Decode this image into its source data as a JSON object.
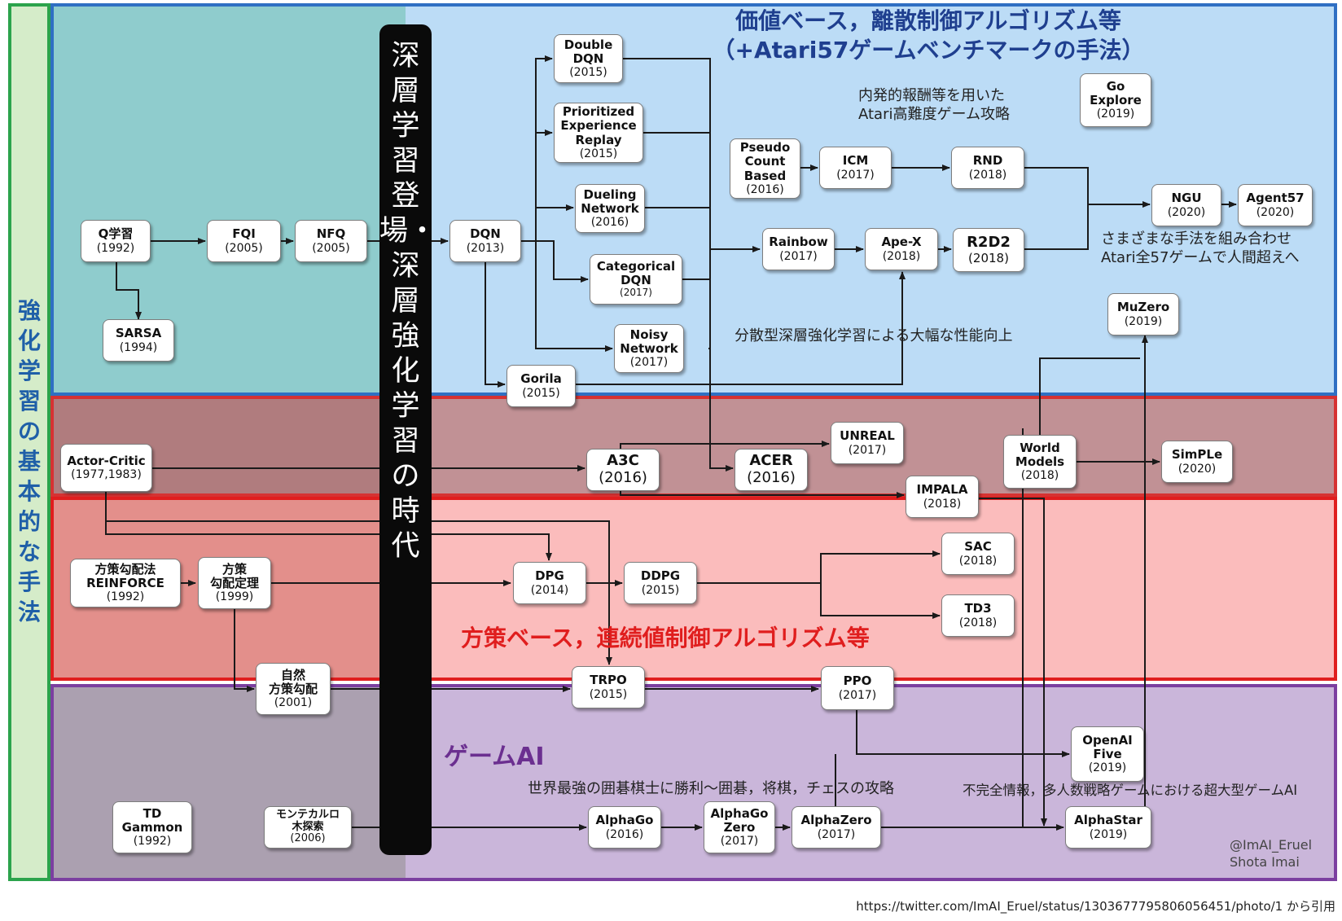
{
  "side_label": "強化学習の基本的な手法",
  "era_label": "深層学習登場・深層強化学習の時代",
  "headings": {
    "value_based": "価値ベース，離散制御アルゴリズム等\n（+Atari57ゲームベンチマークの手法）",
    "policy_based": "方策ベース，連続値制御アルゴリズム等",
    "game_ai": "ゲームAI"
  },
  "notes": {
    "intrinsic": "内発的報酬等を用いた\nAtari高難度ゲーム攻略",
    "combine": "さまざまな手法を組み合わせ\nAtari全57ゲームで人間超えへ",
    "distributed": "分散型深層強化学習による大幅な性能向上",
    "go": "世界最強の囲碁棋士に勝利～囲碁，将棋，チェスの攻略",
    "imperfect": "不完全情報，多人数戦略ゲームにおける超大型ゲームAI",
    "credit": "@ImAI_Eruel\nShota Imai",
    "source": "https://twitter.com/ImAI_Eruel/status/1303677795806056451/photo/1 から引用"
  },
  "colors": {
    "value_base_bg": "#bcdcf6",
    "classic_value_bg": "#8fcccd",
    "actor_critic_bg": "#c19195",
    "actor_critic_classic_bg": "#b07c7e",
    "policy_bg": "#fbbcbc",
    "policy_classic_bg": "#e38f8b",
    "game_bg": "#cab6da",
    "game_classic_bg": "#aba0b0",
    "value_border": "#2f6fc3",
    "actor_border": "#d63232",
    "policy_border": "#e01e1e",
    "game_border": "#7b3fa0",
    "side_border": "#2ca34c",
    "heading_blue": "#1f3f8f",
    "heading_red": "#e01e1e",
    "heading_purple": "#6b2f90"
  },
  "nodes": {
    "q": {
      "name": "Q学習",
      "year": "(1992)"
    },
    "sarsa": {
      "name": "SARSA",
      "year": "(1994)"
    },
    "fqi": {
      "name": "FQI",
      "year": "(2005)"
    },
    "nfq": {
      "name": "NFQ",
      "year": "(2005)"
    },
    "dqn": {
      "name": "DQN",
      "year": "(2013)"
    },
    "ddqn": {
      "name": "Double\nDQN",
      "year": "(2015)"
    },
    "per": {
      "name": "Prioritized\nExperience\nReplay",
      "year": "(2015)"
    },
    "dueling": {
      "name": "Dueling\nNetwork",
      "year": "(2016)"
    },
    "cat": {
      "name": "Categorical\nDQN",
      "year": "(2017)"
    },
    "noisy": {
      "name": "Noisy\nNetwork",
      "year": "(2017)"
    },
    "gorila": {
      "name": "Gorila",
      "year": "(2015)"
    },
    "pseudo": {
      "name": "Pseudo\nCount\nBased",
      "year": "(2016)"
    },
    "icm": {
      "name": "ICM",
      "year": "(2017)"
    },
    "rnd": {
      "name": "RND",
      "year": "(2018)"
    },
    "goexp": {
      "name": "Go\nExplore",
      "year": "(2019)"
    },
    "rainbow": {
      "name": "Rainbow",
      "year": "(2017)"
    },
    "apex": {
      "name": "Ape-X",
      "year": "(2018)"
    },
    "r2d2": {
      "name": "R2D2",
      "year": "(2018)"
    },
    "ngu": {
      "name": "NGU",
      "year": "(2020)"
    },
    "agent57": {
      "name": "Agent57",
      "year": "(2020)"
    },
    "muzero": {
      "name": "MuZero",
      "year": "(2019)"
    },
    "ac": {
      "name": "Actor-Critic",
      "year": "(1977,1983)"
    },
    "a3c": {
      "name": "A3C",
      "year": "(2016)"
    },
    "acer": {
      "name": "ACER",
      "year": "(2016)"
    },
    "unreal": {
      "name": "UNREAL",
      "year": "(2017)"
    },
    "impala": {
      "name": "IMPALA",
      "year": "(2018)"
    },
    "wm": {
      "name": "World\nModels",
      "year": "(2018)"
    },
    "simple": {
      "name": "SimPLe",
      "year": "(2020)"
    },
    "reinforce": {
      "name": "方策勾配法\nREINFORCE",
      "year": "(1992)"
    },
    "pgt": {
      "name": "方策\n勾配定理",
      "year": "(1999)"
    },
    "npg": {
      "name": "自然\n方策勾配",
      "year": "(2001)"
    },
    "dpg": {
      "name": "DPG",
      "year": "(2014)"
    },
    "ddpg": {
      "name": "DDPG",
      "year": "(2015)"
    },
    "sac": {
      "name": "SAC",
      "year": "(2018)"
    },
    "td3": {
      "name": "TD3",
      "year": "(2018)"
    },
    "trpo": {
      "name": "TRPO",
      "year": "(2015)"
    },
    "ppo": {
      "name": "PPO",
      "year": "(2017)"
    },
    "tdg": {
      "name": "TD\nGammon",
      "year": "(1992)"
    },
    "mcts": {
      "name": "モンテカルロ\n木探索",
      "year": "(2006)"
    },
    "alphago": {
      "name": "AlphaGo",
      "year": "(2016)"
    },
    "agzero": {
      "name": "AlphaGo\nZero",
      "year": "(2017)"
    },
    "azero": {
      "name": "AlphaZero",
      "year": "(2017)"
    },
    "oaif": {
      "name": "OpenAI\nFive",
      "year": "(2019)"
    },
    "astar": {
      "name": "AlphaStar",
      "year": "(2019)"
    }
  }
}
